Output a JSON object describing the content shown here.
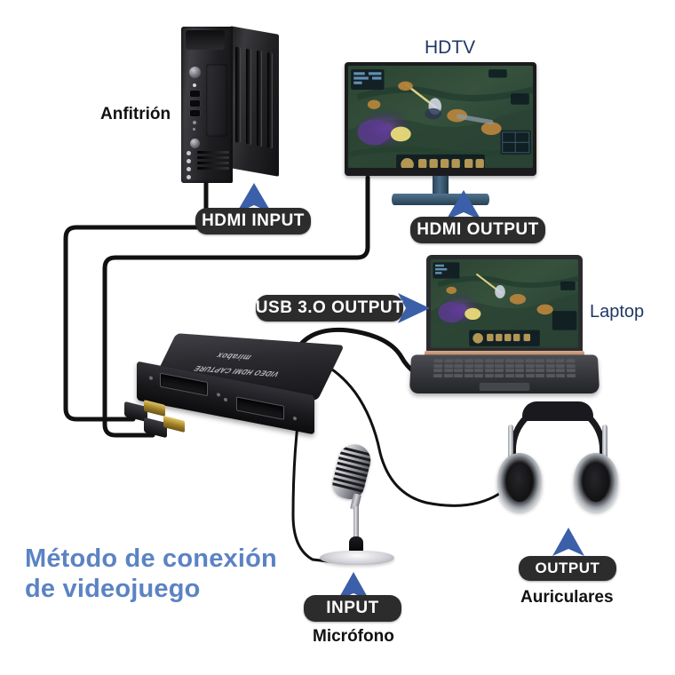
{
  "diagram": {
    "title_line1": "Método de conexión",
    "title_line2": "de videojuego",
    "title_color": "#5b83c4"
  },
  "devices": {
    "host_label": "Anfitrión",
    "tv_label": "HDTV",
    "laptop_label": "Laptop",
    "microphone_label": "Micrófono",
    "headphones_label": "Auriculares",
    "capture_card_brand": "mirabox",
    "capture_card_model": "VIDEO HDMI CAPTURE"
  },
  "port_labels": {
    "hdmi_input": "HDMI  INPUT",
    "hdmi_output": "HDMI  OUTPUT",
    "usb_output": "USB 3.O OUTPUT",
    "mic_input": "INPUT",
    "headphone_output": "OUTPUT"
  },
  "colors": {
    "pill_bg": "#2c2c2c",
    "pill_text": "#ffffff",
    "arrow_blue": "#3b5fa8",
    "text_navy": "#1f3864",
    "text_dark": "#111111",
    "cable": "#111111"
  }
}
